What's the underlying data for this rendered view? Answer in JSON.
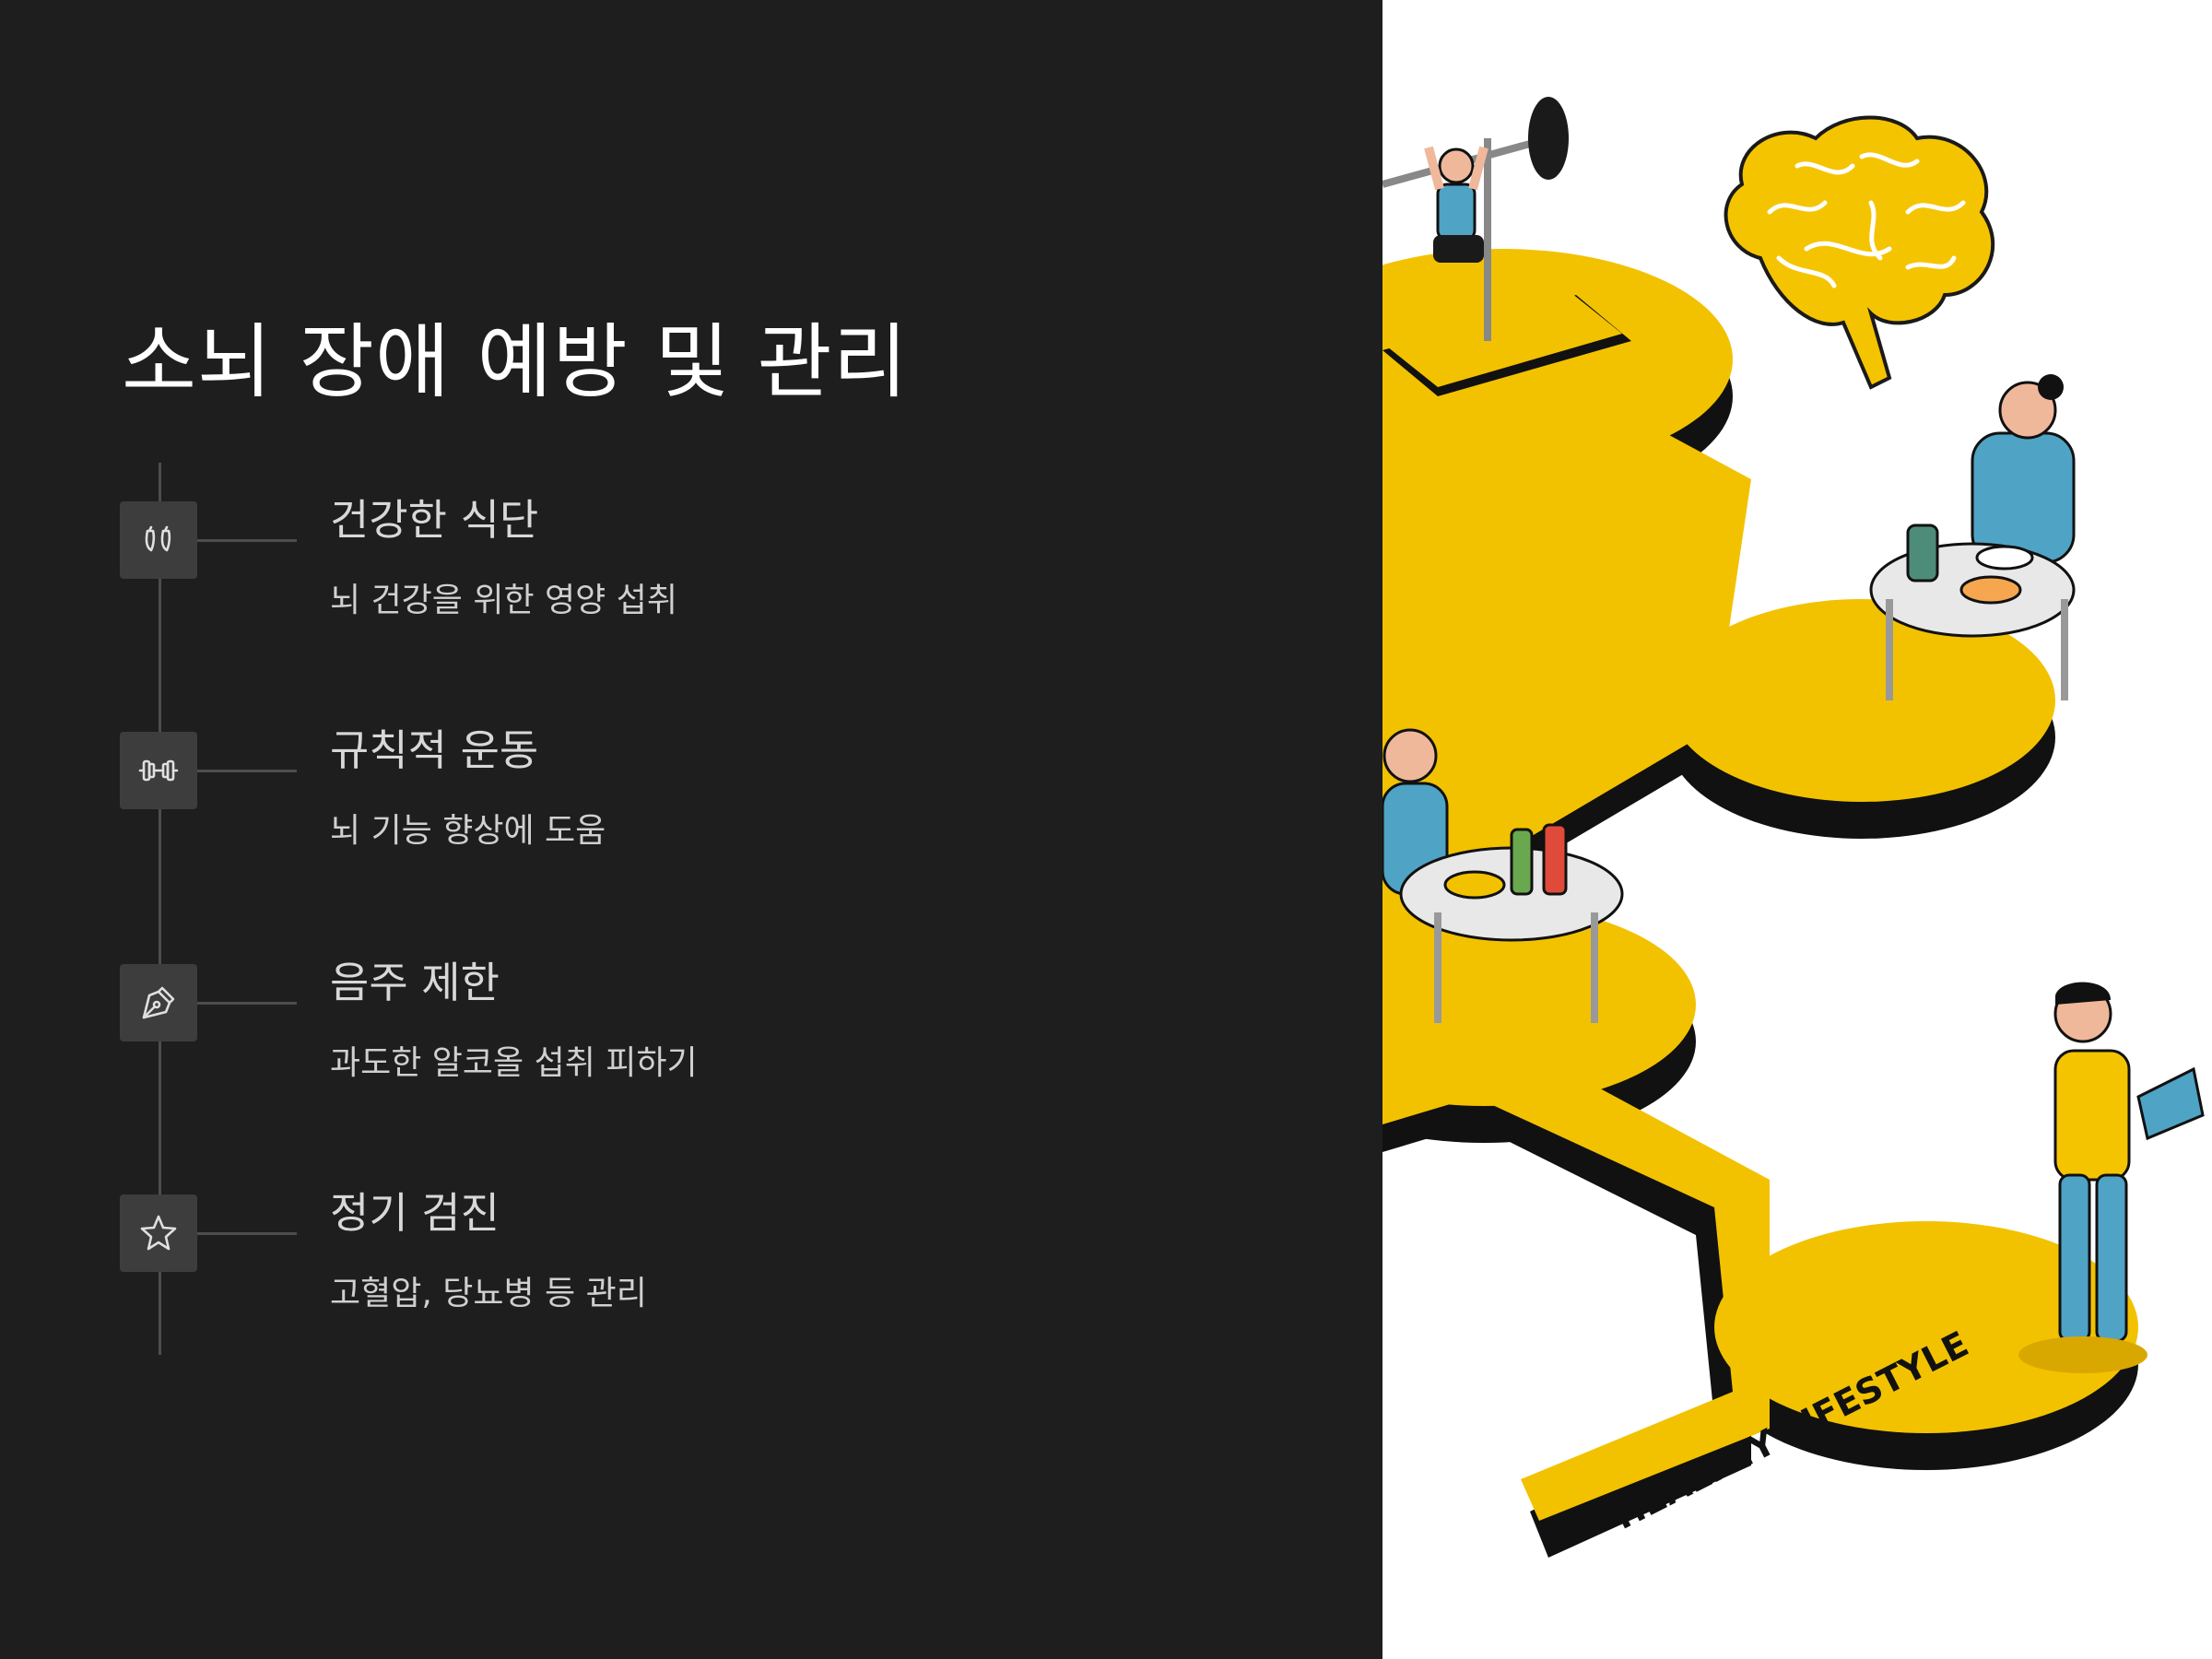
{
  "slide": {
    "title": "소뇌 장애 예방 및 관리",
    "items": [
      {
        "icon": "apple-icon",
        "title": "건강한 식단",
        "desc": "뇌 건강을 위한 영양 섭취"
      },
      {
        "icon": "dumbbell-icon",
        "title": "규칙적 운동",
        "desc": "뇌 기능 향상에 도움"
      },
      {
        "icon": "pen-nib-icon",
        "title": "음주 제한",
        "desc": "과도한 알코올 섭취 피하기"
      },
      {
        "icon": "star-icon",
        "title": "정기 검진",
        "desc": "고혈압, 당뇨병 등 관리"
      }
    ]
  },
  "illustration": {
    "sign_text": "HEALTHY LIFESTYLE"
  },
  "colors": {
    "background": "#1e1e1e",
    "accent_yellow": "#f2c200",
    "icon_box": "#3d3d3d",
    "timeline": "#4d4d4d",
    "shirt_blue": "#4fa3c4"
  }
}
